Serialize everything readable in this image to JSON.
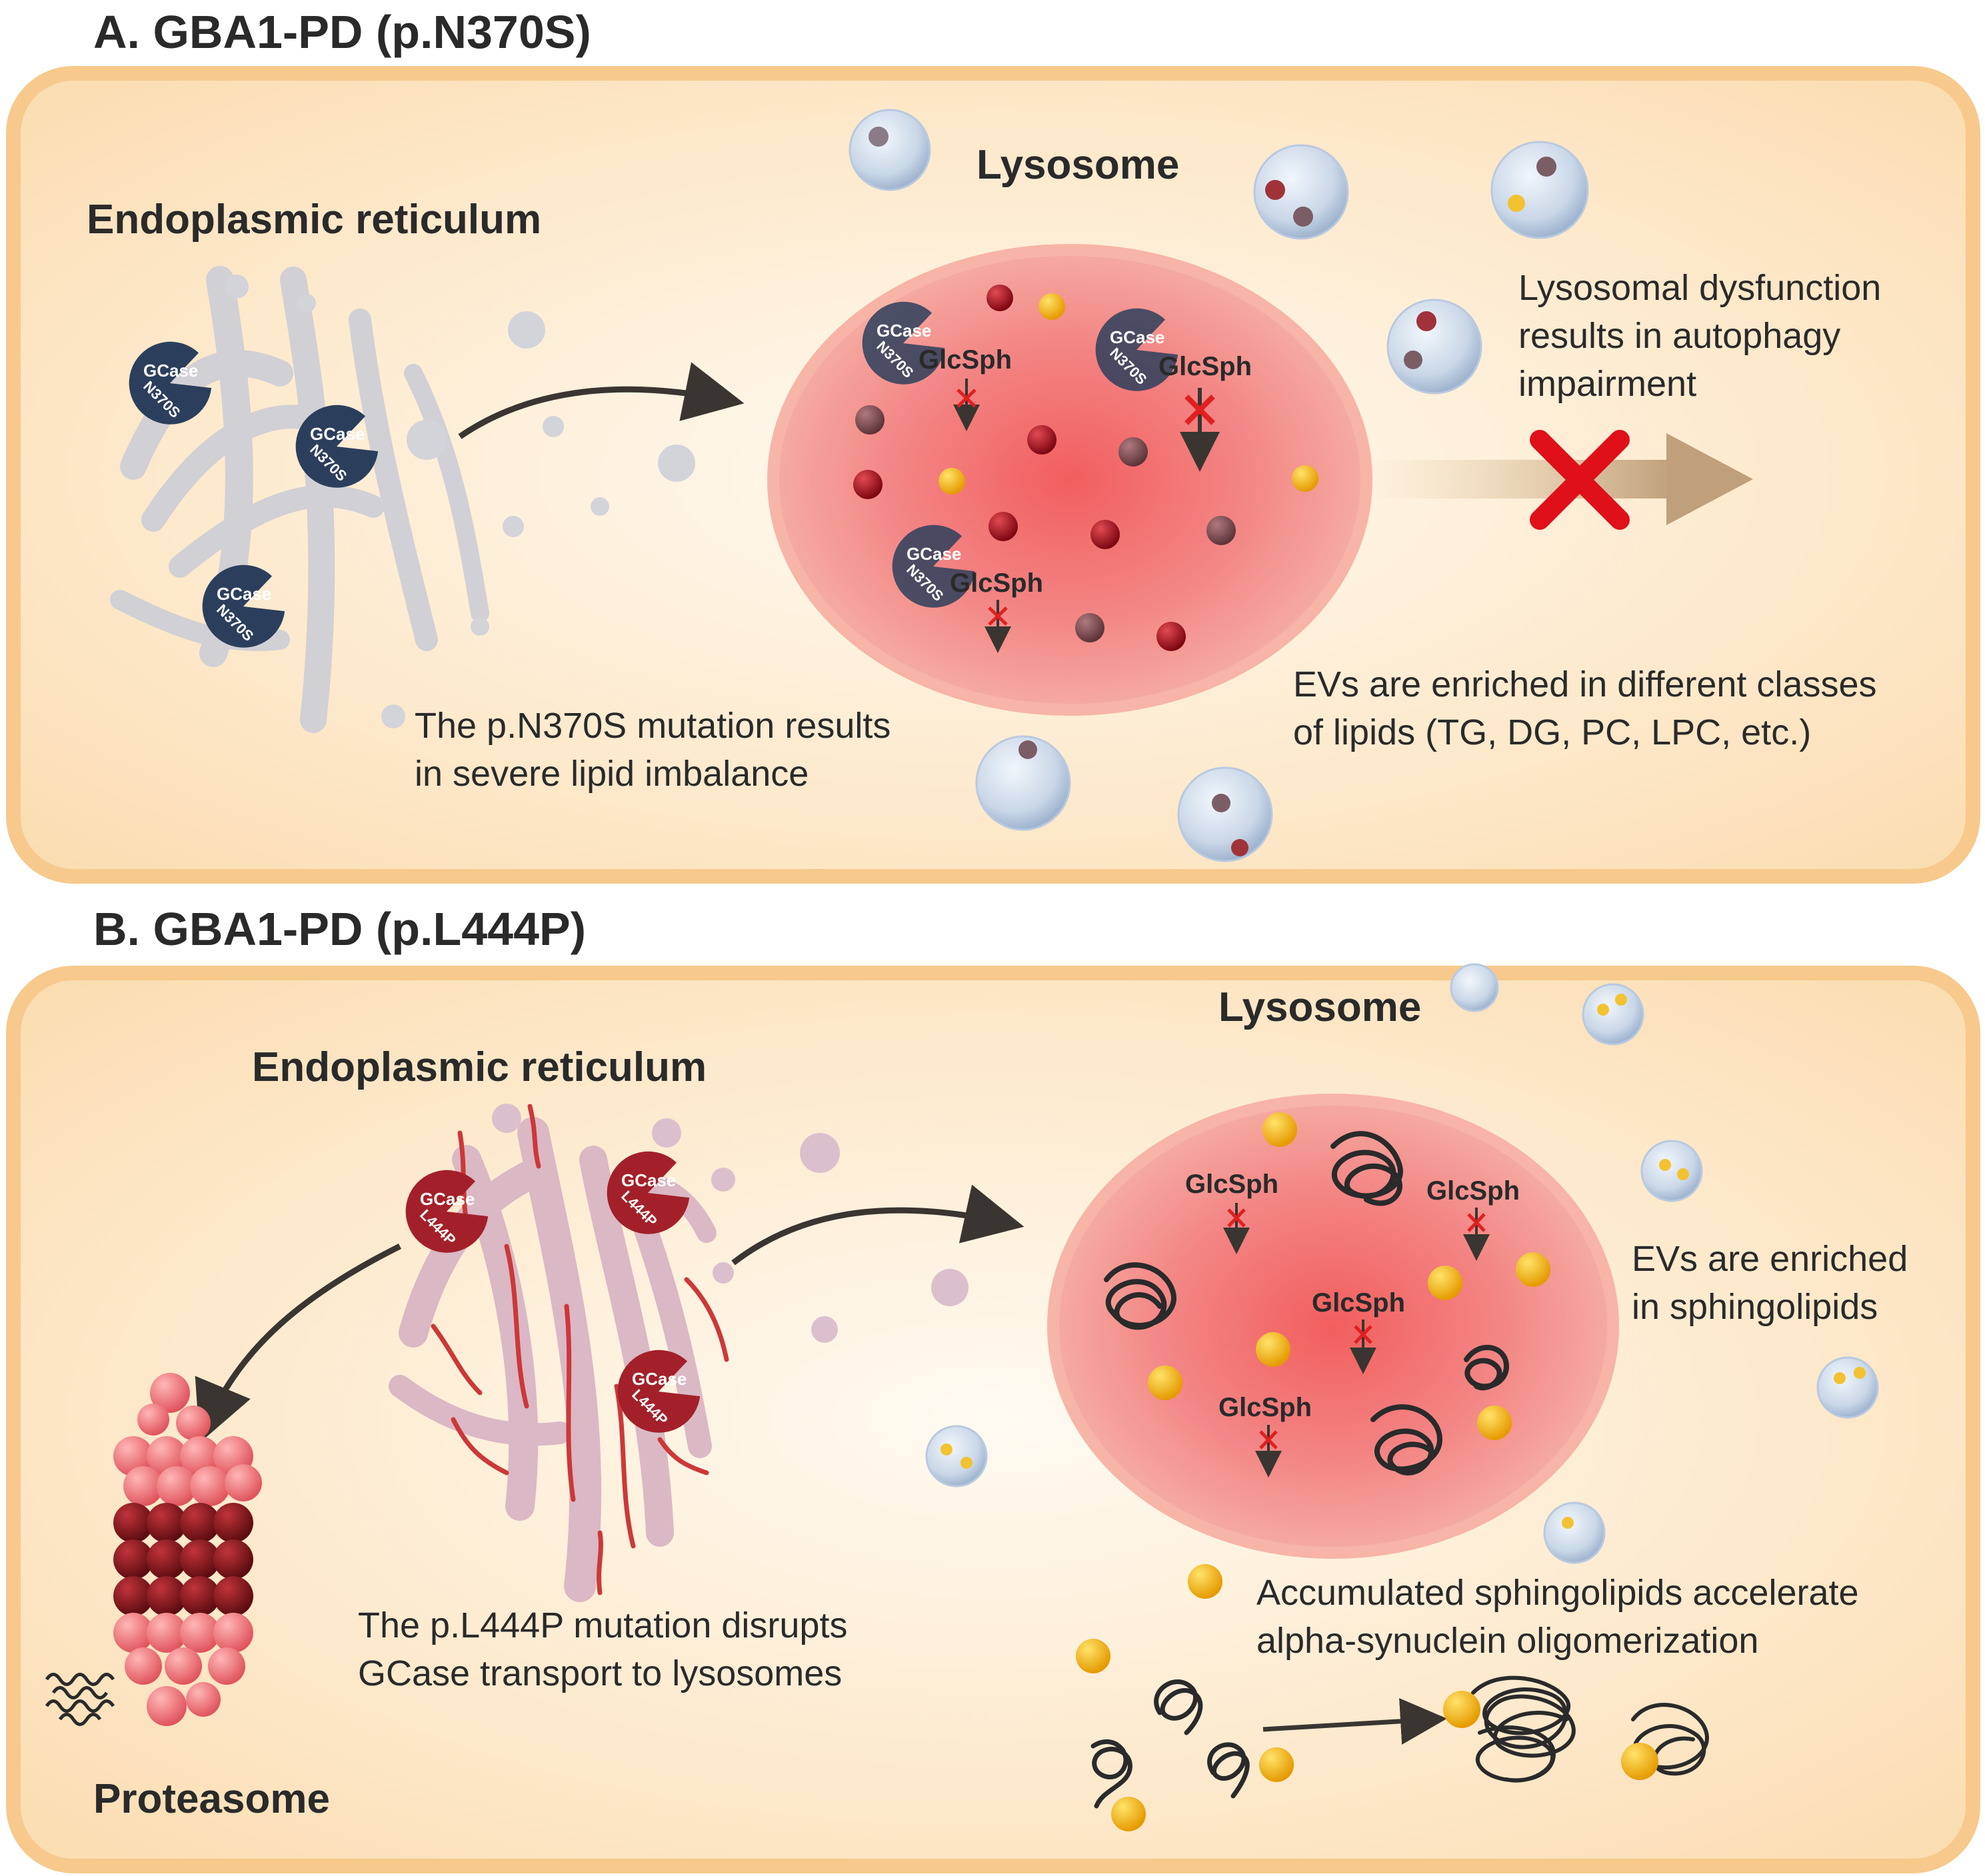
{
  "panel_a": {
    "heading": "A. GBA1-PD (p.N370S)",
    "er_label": "Endoplasmic reticulum",
    "lysosome_label": "Lysosome",
    "enzyme_name": "GCase",
    "mutation": "N370S",
    "substrate": "GlcSph",
    "mutation_text": [
      "The p.N370S mutation results",
      "in severe lipid imbalance"
    ],
    "dysfunction_text": [
      "Lysosomal dysfunction",
      "results in autophagy",
      "impairment"
    ],
    "ev_text": [
      "EVs are enriched in different classes",
      "of lipids (TG, DG, PC, LPC, etc.)"
    ]
  },
  "panel_b": {
    "heading": "B. GBA1-PD (p.L444P)",
    "er_label": "Endoplasmic reticulum",
    "lysosome_label": "Lysosome",
    "enzyme_name": "GCase",
    "mutation": "L444P",
    "substrate": "GlcSph",
    "mutation_text": [
      "The p.L444P mutation disrupts",
      "GCase transport to lysosomes"
    ],
    "ev_text": [
      "EVs are enriched",
      "in sphingolipids"
    ],
    "accumulation_text": [
      "Accumulated sphingolipids accelerate",
      "alpha-synuclein oligomerization"
    ],
    "proteasome_label": "Proteasome"
  },
  "colors": {
    "panel_fill": "#fbe3bf",
    "panel_border": "#f7c98c",
    "lysosome": "#f08a8a",
    "gcase_n370s": "#2b3f5c",
    "gcase_l444p": "#a3202a",
    "lipid_red": "#a40e1c",
    "lipid_yellow": "#f4b400",
    "inhibit_x": "#e02020",
    "arrow": "#3a3530"
  }
}
